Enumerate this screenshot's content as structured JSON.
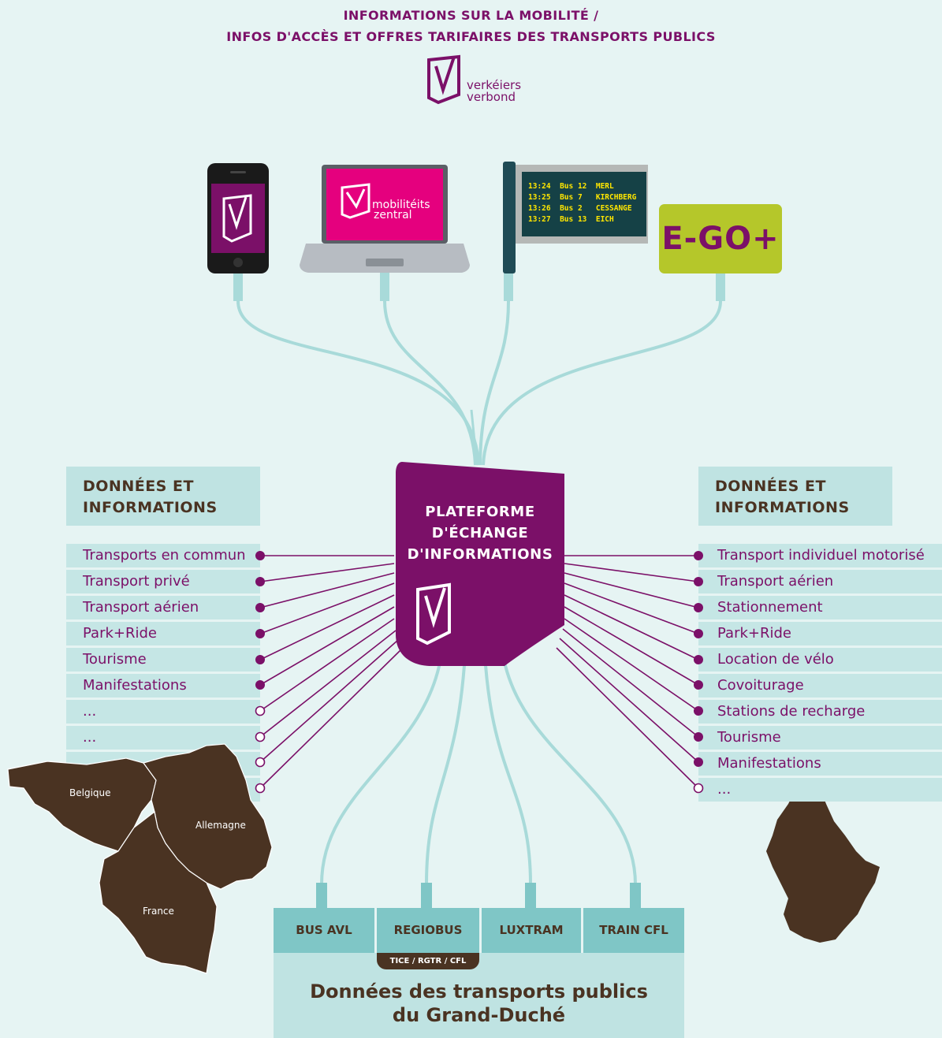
{
  "title": {
    "line1": "INFORMATIONS SUR LA MOBILITÉ /",
    "line2": "INFOS D'ACCÈS ET OFFRES TARIFAIRES DES TRANSPORTS PUBLICS"
  },
  "logo": {
    "line1": "verkéiers",
    "line2": "verbond"
  },
  "devices": {
    "laptop_brand": {
      "line1": "mobilitéits",
      "line2": "zentral"
    },
    "board": [
      {
        "time": "13:24",
        "bus": "Bus 12",
        "dest": "MERL"
      },
      {
        "time": "13:25",
        "bus": "Bus 7",
        "dest": "KIRCHBERG"
      },
      {
        "time": "13:26",
        "bus": "Bus 2",
        "dest": "CESSANGE"
      },
      {
        "time": "13:27",
        "bus": "Bus 13",
        "dest": "EICH"
      }
    ],
    "ego_label": "E-GO+"
  },
  "platform": {
    "line1": "PLATEFORME",
    "line2": "D'ÉCHANGE",
    "line3": "D'INFORMATIONS"
  },
  "left_panel": {
    "header1": "DONNÉES ET",
    "header2": "INFORMATIONS",
    "items": [
      "Transports en commun",
      "Transport privé",
      "Transport aérien",
      "Park+Ride",
      "Tourisme",
      "Manifestations",
      "...",
      "...",
      "...",
      "..."
    ]
  },
  "right_panel": {
    "header1": "DONNÉES ET",
    "header2": "INFORMATIONS",
    "items": [
      "Transport individuel motorisé",
      "Transport aérien",
      "Stationnement",
      "Park+Ride",
      "Location de vélo",
      "Covoiturage",
      "Stations de recharge",
      "Tourisme",
      "Manifestations",
      "..."
    ]
  },
  "countries": {
    "belgium": "Belgique",
    "germany": "Allemagne",
    "france": "France"
  },
  "public_transport": {
    "operators": [
      "BUS AVL",
      "REGIOBUS",
      "LUXTRAM",
      "TRAIN CFL"
    ],
    "sub": "TICE / RGTR / CFL",
    "label_line1": "Données des transports publics",
    "label_line2": "du Grand-Duché"
  },
  "colors": {
    "purple": "#7b1068",
    "teal": "#a8dad9",
    "brown": "#4a3322",
    "magenta": "#e5007e",
    "lime": "#b5c72a"
  }
}
